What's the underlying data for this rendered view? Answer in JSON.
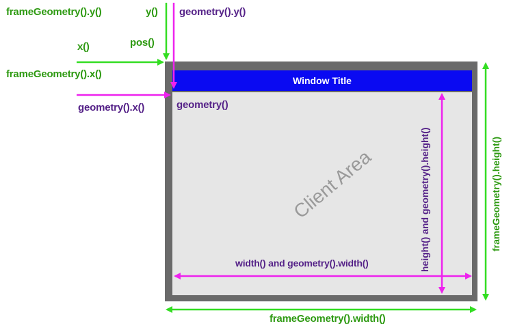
{
  "window": {
    "title": "Window Title",
    "client_area": "Client Area"
  },
  "labels": {
    "frame_geometry_y": "frameGeometry().y()",
    "y": "y()",
    "geometry_y": "geometry().y()",
    "x": "x()",
    "pos": "pos()",
    "frame_geometry_x": "frameGeometry().x()",
    "geometry_x": "geometry().x()",
    "geometry": "geometry()",
    "width_geometry_width": "width() and geometry().width()",
    "height_geometry_height": "height() and geometry().height()",
    "frame_geometry_height": "frameGeometry().height()",
    "frame_geometry_width": "frameGeometry().width()"
  },
  "colors": {
    "frame_geometry": "#2e9a12",
    "geometry": "#552288",
    "green_arrow": "#33dd22",
    "magenta_arrow": "#ee22ee",
    "title_bar": "#0a0af2",
    "frame_border": "#6a6a6a",
    "client_bg": "#e6e6e6"
  }
}
